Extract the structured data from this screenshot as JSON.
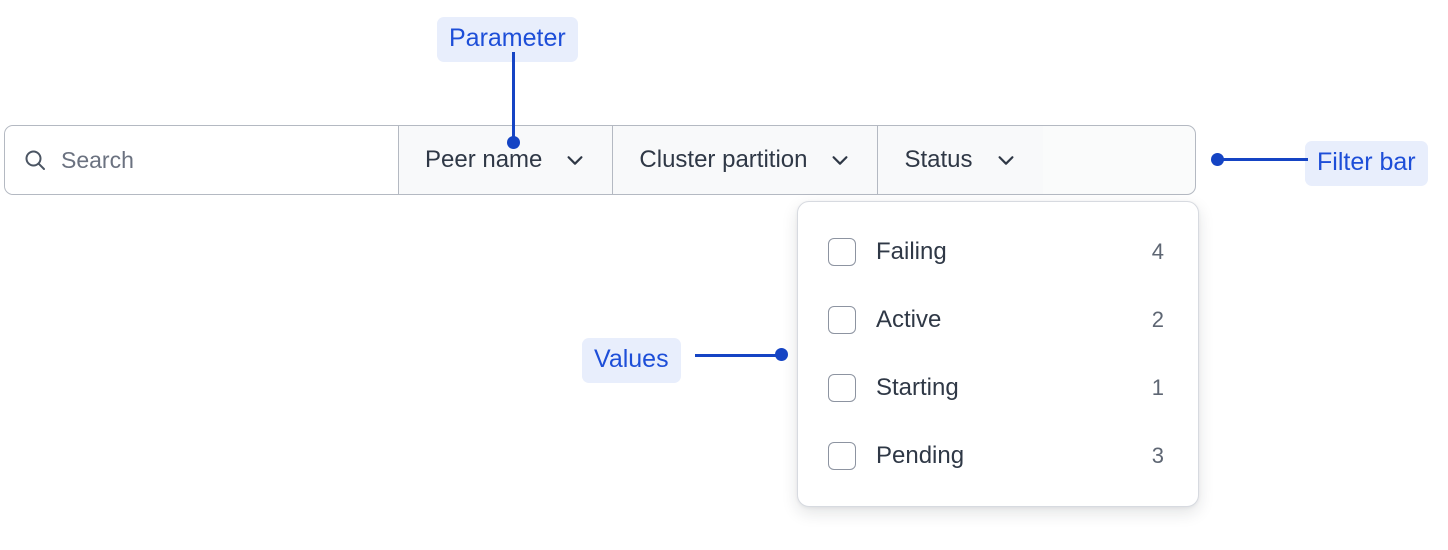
{
  "filter_bar": {
    "search": {
      "icon": "search-icon",
      "value": "",
      "placeholder": "Search"
    },
    "chips": [
      {
        "label": "Peer name",
        "icon": "chevron-down-icon"
      },
      {
        "label": "Cluster partition",
        "icon": "chevron-down-icon"
      },
      {
        "label": "Status",
        "icon": "chevron-down-icon"
      }
    ]
  },
  "dropdown": {
    "options": [
      {
        "label": "Failing",
        "count": "4",
        "checked": false
      },
      {
        "label": "Active",
        "count": "2",
        "checked": false
      },
      {
        "label": "Starting",
        "count": "1",
        "checked": false
      },
      {
        "label": "Pending",
        "count": "3",
        "checked": false
      }
    ]
  },
  "annotations": [
    {
      "id": "parameter",
      "label": "Parameter"
    },
    {
      "id": "filter-bar",
      "label": "Filter bar"
    },
    {
      "id": "values",
      "label": "Values"
    }
  ],
  "colors": {
    "annotation_text": "#1d4ed8",
    "annotation_badge_bg": "#e8eefc",
    "annotation_line": "#1544c4",
    "bar_border": "#b4b9c2",
    "chip_bg": "#f8f9fa",
    "text_primary": "#2f3846",
    "text_muted": "#5e6673"
  }
}
